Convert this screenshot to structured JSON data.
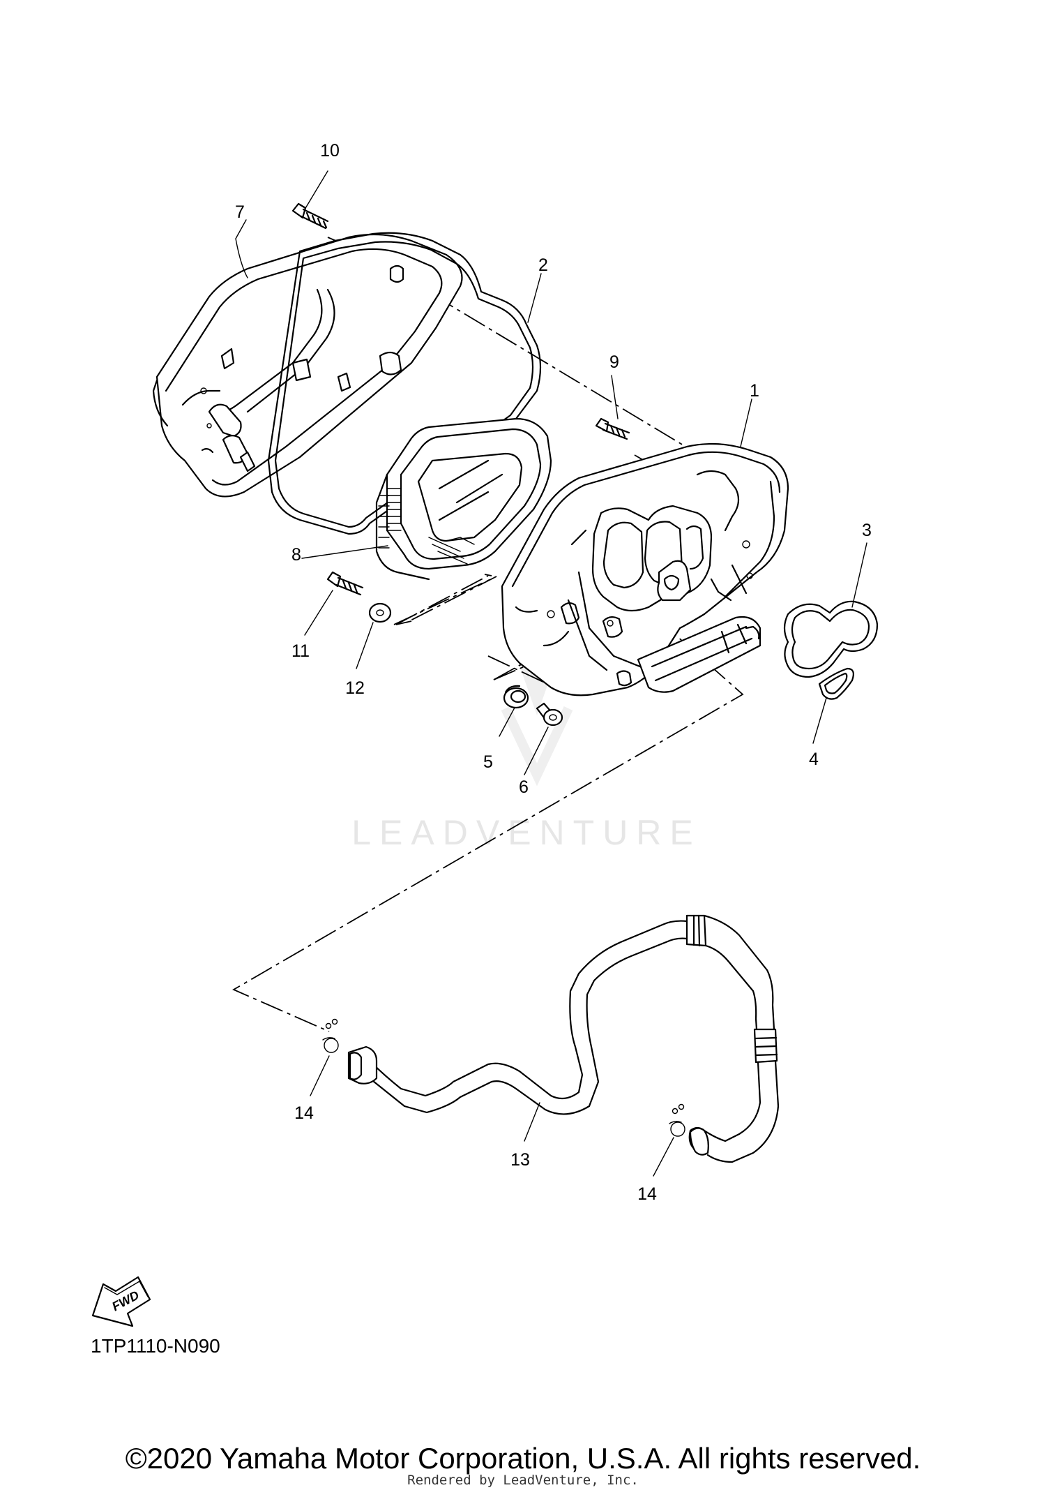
{
  "watermark": "LEADVENTURE",
  "callouts": {
    "c1": "1",
    "c2": "2",
    "c3": "3",
    "c4": "4",
    "c5": "5",
    "c6": "6",
    "c7": "7",
    "c8": "8",
    "c9": "9",
    "c10": "10",
    "c11": "11",
    "c12": "12",
    "c13": "13",
    "c14a": "14",
    "c14b": "14"
  },
  "fwd_label": "FWD",
  "diagram_code": "1TP1110-N090",
  "copyright": "©2020 Yamaha Motor Corporation, U.S.A. All rights reserved.",
  "rendered_by": "Rendered by LeadVenture, Inc."
}
